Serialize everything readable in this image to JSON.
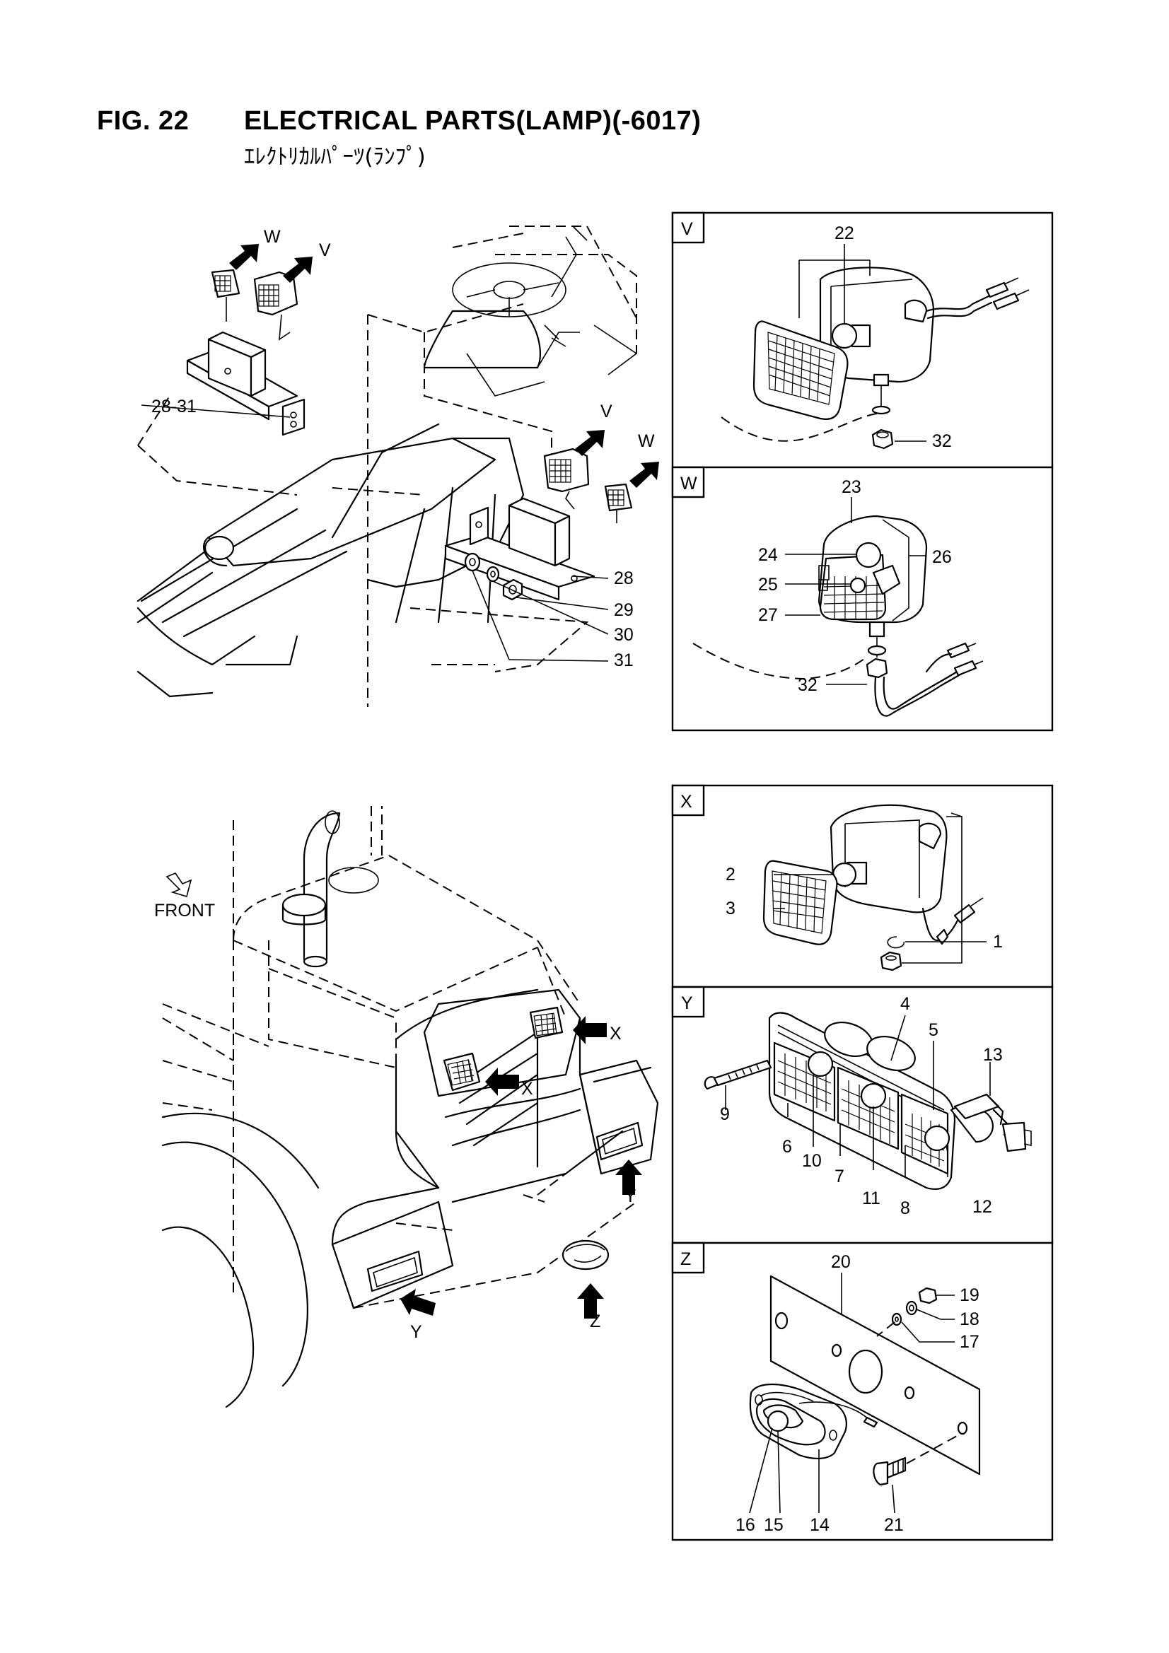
{
  "header": {
    "figure_number": "FIG. 22",
    "title": "ELECTRICAL PARTS(LAMP)(-6017)",
    "subtitle": "ｴﾚｸﾄﾘｶﾙﾊﾟｰﾂ(ﾗﾝﾌﾟ)"
  },
  "overview_top": {
    "view_labels": [
      "W",
      "V",
      "V",
      "W"
    ],
    "callouts": [
      "28-31",
      "28",
      "29",
      "30",
      "31"
    ]
  },
  "overview_bottom": {
    "front_label": "FRONT",
    "view_labels": [
      "X",
      "X",
      "Y",
      "Y",
      "Z"
    ]
  },
  "panels": {
    "V": {
      "label": "V",
      "callouts": [
        "22",
        "32"
      ]
    },
    "W": {
      "label": "W",
      "callouts": [
        "23",
        "24",
        "25",
        "26",
        "27",
        "32"
      ]
    },
    "X": {
      "label": "X",
      "callouts": [
        "2",
        "3",
        "1"
      ]
    },
    "Y": {
      "label": "Y",
      "callouts": [
        "4",
        "5",
        "13",
        "9",
        "6",
        "10",
        "7",
        "11",
        "8",
        "12"
      ]
    },
    "Z": {
      "label": "Z",
      "callouts": [
        "20",
        "19",
        "18",
        "17",
        "16",
        "15",
        "14",
        "21"
      ]
    }
  },
  "colors": {
    "ink": "#000000",
    "paper": "#ffffff"
  }
}
